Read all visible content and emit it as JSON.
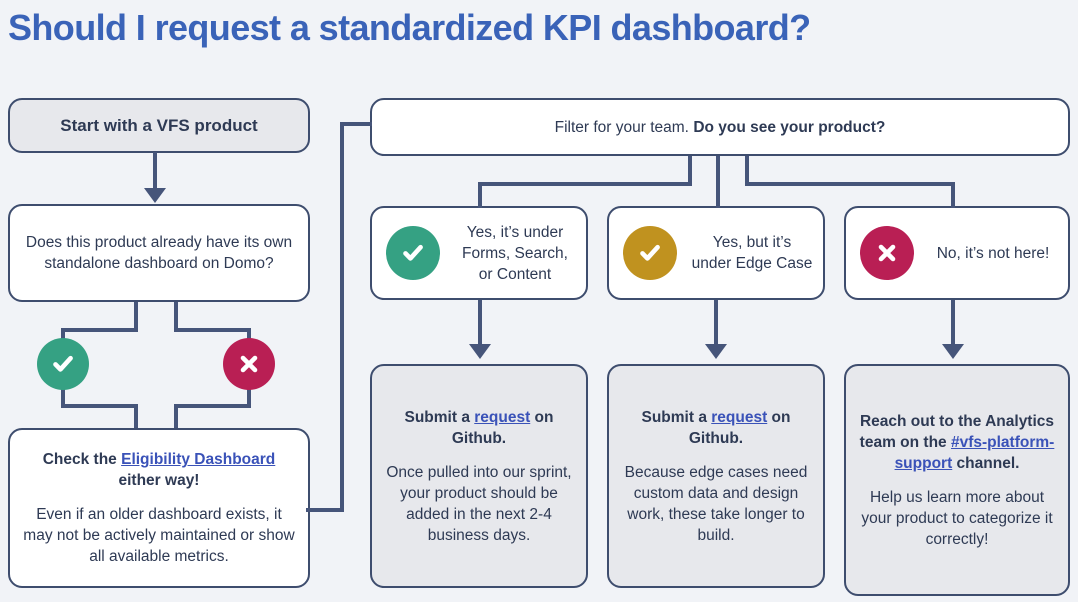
{
  "title": "Should I request a standardized KPI dashboard?",
  "colors": {
    "title_blue": "#3a63b8",
    "link_blue": "#3a52b8",
    "connector": "#46557a",
    "border": "#3e4d6e",
    "background": "#f1f3f7",
    "box_gray": "#e7e8ec",
    "badge_green": "#35a183",
    "badge_gold": "#c0921f",
    "badge_crimson": "#b91f54"
  },
  "left_column": {
    "start": {
      "label": "Start with a VFS product"
    },
    "question": {
      "label": "Does this product already have its own standalone dashboard on Domo?"
    },
    "branch_badges": {
      "yes_icon": "check-circle-icon",
      "no_icon": "x-circle-icon"
    },
    "eligibility": {
      "line1_pre": "Check the ",
      "line1_link": "Eligibility Dashboard",
      "line1_post": " either way!",
      "line2": "Even if an older dashboard exists, it may not be actively maintained or show all available metrics."
    }
  },
  "right_column": {
    "filter": {
      "text_regular": "Filter for your team. ",
      "text_bold": "Do you see your product?"
    },
    "options": [
      {
        "icon": "check-circle-icon",
        "badge_color": "green",
        "label": "Yes, it’s under Forms, Search, or Content"
      },
      {
        "icon": "check-circle-icon",
        "badge_color": "gold",
        "label": "Yes, but it’s under Edge Case"
      },
      {
        "icon": "x-circle-icon",
        "badge_color": "crimson",
        "label": "No, it’s not here!"
      }
    ],
    "outcomes": [
      {
        "heading_pre": "Submit a ",
        "heading_link": "request",
        "heading_post": " on Github.",
        "body": "Once pulled into our sprint, your product should be added in the next 2-4 business days."
      },
      {
        "heading_pre": "Submit a ",
        "heading_link": "request",
        "heading_post": " on Github.",
        "body": "Because edge cases need custom data and design work, these take longer to build."
      },
      {
        "heading_pre": "Reach out to the Analytics team on the ",
        "heading_link": "#vfs-platform-support",
        "heading_post": " channel.",
        "body": "Help us  learn more about your product to categorize it correctly!"
      }
    ]
  }
}
